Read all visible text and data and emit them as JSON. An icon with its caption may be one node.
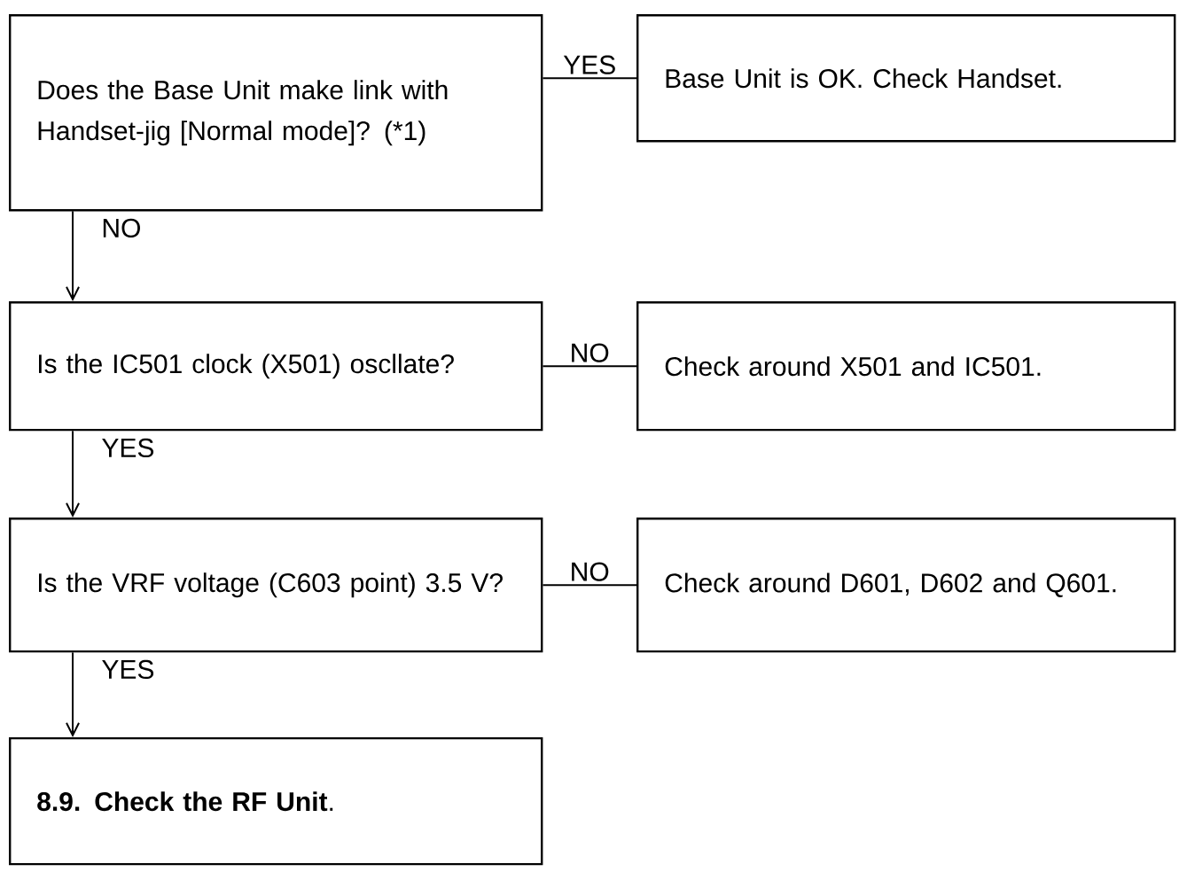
{
  "diagram": {
    "nodes": [
      {
        "text": [
          "Does the Base Unit make link with Handset-jig [Normal mode]? (*1)"
        ]
      },
      {
        "text": [
          "Base Unit is OK. Check Handset."
        ]
      },
      {
        "text": [
          "Is the IC501 clock (X501) oscllate?"
        ]
      },
      {
        "text": [
          "Check around X501 and IC501."
        ]
      },
      {
        "text": [
          "Is the VRF voltage  (C603 point) 3.5 V?"
        ]
      },
      {
        "text": [
          "Check around D601, D602 and Q601."
        ]
      },
      {
        "text": [
          "**8.9. Check the RF Unit**."
        ]
      }
    ],
    "edges": [
      {
        "from": 0,
        "to": 1,
        "arrow": "none",
        "label": "YES"
      },
      {
        "from": 0,
        "to": 2,
        "arrow": "to",
        "label": "NO"
      },
      {
        "from": 2,
        "to": 3,
        "arrow": "none",
        "label": "NO"
      },
      {
        "from": 2,
        "to": 4,
        "arrow": "to",
        "label": "YES"
      },
      {
        "from": 4,
        "to": 5,
        "arrow": "none",
        "label": "NO"
      },
      {
        "from": 4,
        "to": 6,
        "arrow": "to",
        "label": "YES"
      }
    ]
  }
}
